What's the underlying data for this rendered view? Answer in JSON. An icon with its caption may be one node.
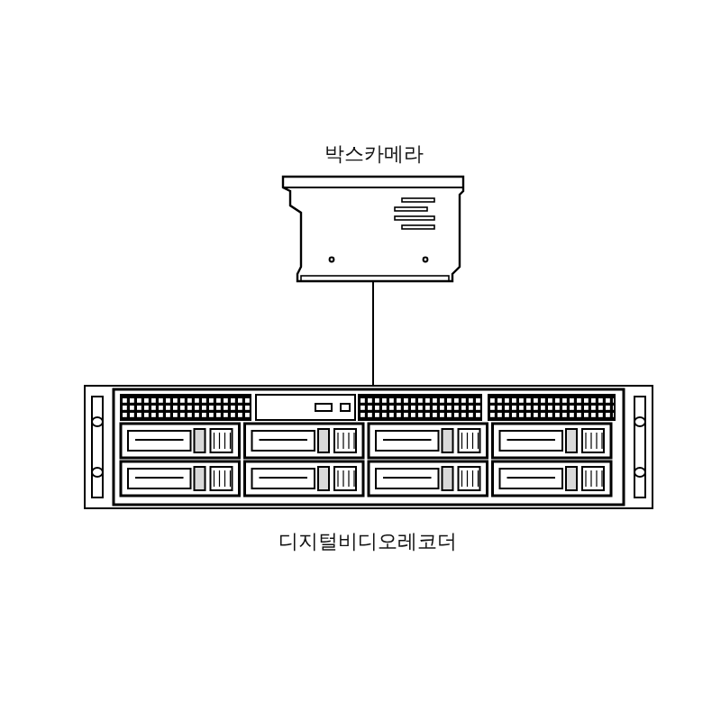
{
  "diagram": {
    "nodes": [
      {
        "text": [
          "박스카메라"
        ]
      },
      {
        "text": [
          "디지털비디오레코더"
        ]
      }
    ],
    "edges": [
      {
        "from": 0,
        "to": 1,
        "arrow": "none"
      }
    ]
  }
}
